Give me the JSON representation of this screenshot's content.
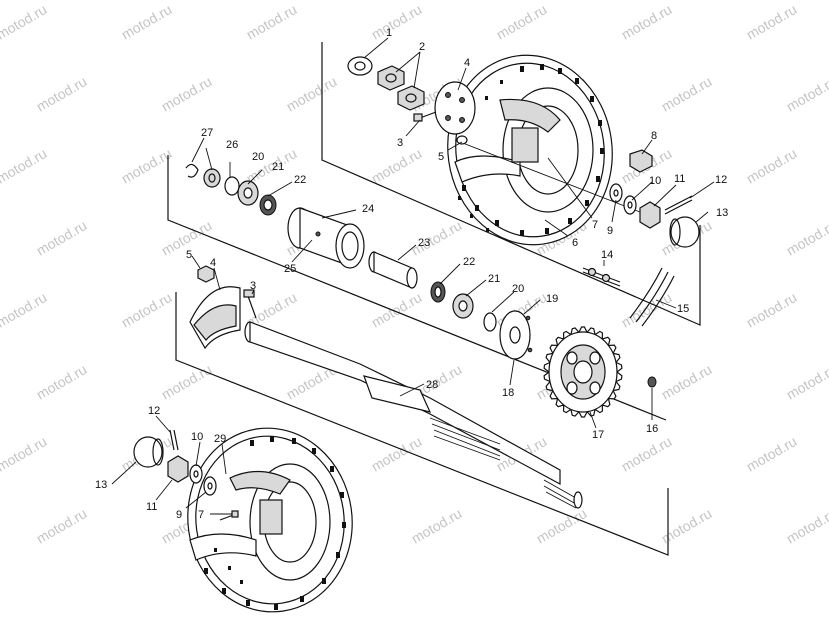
{
  "watermark": "motod.ru",
  "callouts": [
    "1",
    "2",
    "3",
    "4",
    "5",
    "6",
    "7",
    "8",
    "9",
    "10",
    "11",
    "12",
    "13",
    "14",
    "15",
    "16",
    "17",
    "18",
    "19",
    "20",
    "21",
    "22",
    "23",
    "24",
    "25",
    "26",
    "27",
    "28",
    "29"
  ],
  "colors": {
    "line": "#111111",
    "watermark": "#c4c4c4",
    "background": "#ffffff"
  }
}
